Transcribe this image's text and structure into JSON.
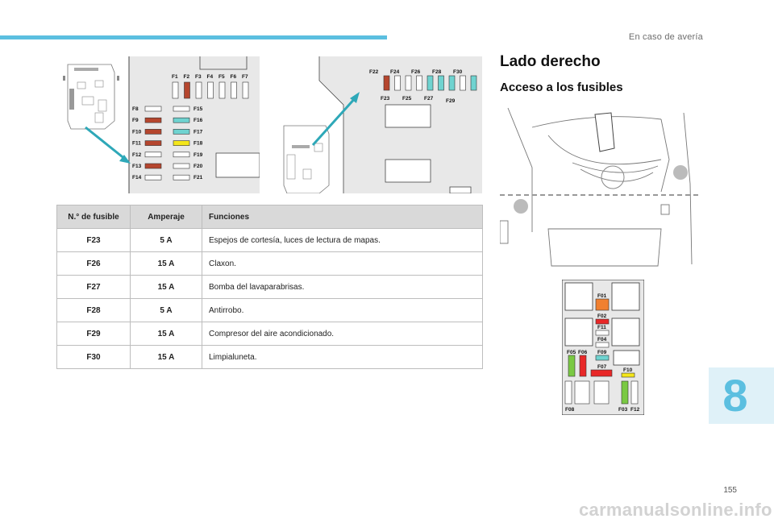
{
  "header": {
    "chapter_title": "En caso de avería",
    "chapter_number": "8",
    "page_number": "155"
  },
  "section": {
    "title": "Lado derecho",
    "subtitle": "Acceso a los fusibles"
  },
  "diagram_left": {
    "top_fuses": [
      "F1",
      "F2",
      "F3",
      "F4",
      "F5",
      "F6",
      "F7"
    ],
    "left_col": [
      "F8",
      "F9",
      "F10",
      "F11",
      "F12",
      "F13",
      "F14"
    ],
    "right_col": [
      "F15",
      "F16",
      "F17",
      "F18",
      "F19",
      "F20",
      "F21"
    ]
  },
  "diagram_right": {
    "top_labels": [
      "F22",
      "F24",
      "F26",
      "F28",
      "F30"
    ],
    "bottom_labels": [
      "F23",
      "F25",
      "F27",
      "F29"
    ]
  },
  "fusebox_labels": {
    "f01": "F01",
    "f02": "F02",
    "f11": "F11",
    "f04": "F04",
    "f05": "F05",
    "f06": "F06",
    "f09": "F09",
    "f07": "F07",
    "f10": "F10",
    "f08": "F08",
    "f03": "F03",
    "f12": "F12"
  },
  "table": {
    "headers": [
      "N.° de fusible",
      "Amperaje",
      "Funciones"
    ],
    "rows": [
      {
        "fuse": "F23",
        "amp": "5 A",
        "func": "Espejos de cortesía, luces de lectura de mapas."
      },
      {
        "fuse": "F26",
        "amp": "15 A",
        "func": "Claxon."
      },
      {
        "fuse": "F27",
        "amp": "15 A",
        "func": "Bomba del lavaparabrisas."
      },
      {
        "fuse": "F28",
        "amp": "5 A",
        "func": "Antirrobo."
      },
      {
        "fuse": "F29",
        "amp": "15 A",
        "func": "Compresor del aire acondicionado."
      },
      {
        "fuse": "F30",
        "amp": "15 A",
        "func": "Limpialuneta."
      }
    ]
  },
  "watermark": "carmanualsonline.info",
  "colors": {
    "accent": "#5bbfe0",
    "fuse_brown": "#b5462e",
    "fuse_teal": "#6fd3d0",
    "fuse_yellow": "#f4e61a",
    "fuse_orange": "#f08030",
    "fuse_red": "#e82828",
    "fuse_green": "#7ac943"
  }
}
